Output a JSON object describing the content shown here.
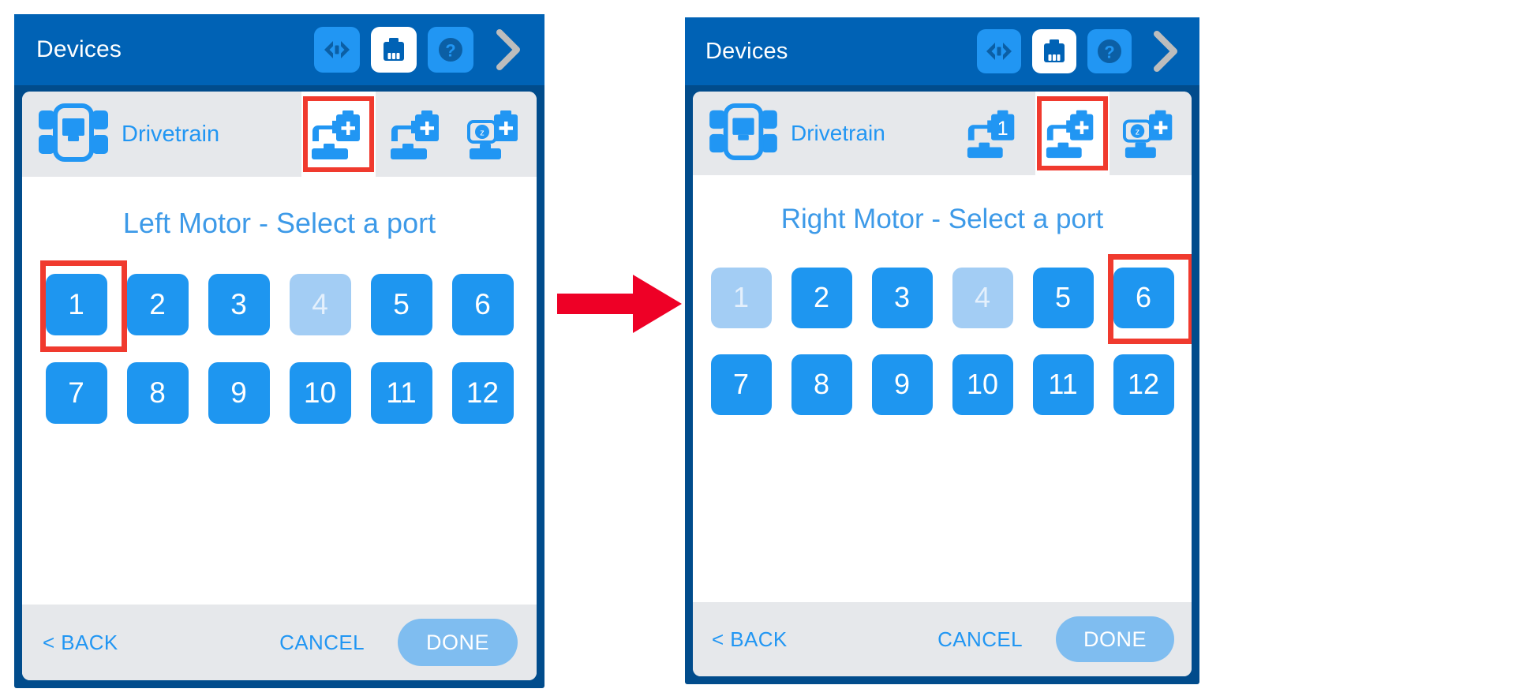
{
  "accent": {
    "header_blue": "#0062b5",
    "frame_blue": "#014c8c",
    "primary_blue": "#1e96f0",
    "light_blue": "#a3cdf4",
    "label_blue": "#2196f3",
    "row_grey": "#e6e8eb",
    "highlight_red": "#f03a2e",
    "arrow_red": "#ee0026",
    "done_blue": "#7fbdf0",
    "chevron_grey": "#bdbdbd"
  },
  "panels": [
    {
      "id": "left",
      "header": {
        "title": "Devices",
        "icons": [
          {
            "name": "code-icon",
            "style": "fill-light"
          },
          {
            "name": "brain-icon",
            "style": "fill-white"
          },
          {
            "name": "help-icon",
            "style": "fill-light"
          },
          {
            "name": "chevron-right-icon",
            "style": "plain"
          }
        ]
      },
      "device_row": {
        "icon": "drivetrain-icon",
        "label": "Drivetrain",
        "actions": [
          {
            "name": "add-left-motor-icon",
            "badge": "+",
            "highlighted": true
          },
          {
            "name": "add-right-motor-icon",
            "badge": "+",
            "highlighted": false
          },
          {
            "name": "add-gyro-icon",
            "badge": "+",
            "highlighted": false
          }
        ]
      },
      "prompt": "Left Motor - Select a port",
      "ports": [
        {
          "label": "1",
          "disabled": false,
          "highlighted": true
        },
        {
          "label": "2",
          "disabled": false,
          "highlighted": false
        },
        {
          "label": "3",
          "disabled": false,
          "highlighted": false
        },
        {
          "label": "4",
          "disabled": true,
          "highlighted": false
        },
        {
          "label": "5",
          "disabled": false,
          "highlighted": false
        },
        {
          "label": "6",
          "disabled": false,
          "highlighted": false
        },
        {
          "label": "7",
          "disabled": false,
          "highlighted": false
        },
        {
          "label": "8",
          "disabled": false,
          "highlighted": false
        },
        {
          "label": "9",
          "disabled": false,
          "highlighted": false
        },
        {
          "label": "10",
          "disabled": false,
          "highlighted": false
        },
        {
          "label": "11",
          "disabled": false,
          "highlighted": false
        },
        {
          "label": "12",
          "disabled": false,
          "highlighted": false
        }
      ],
      "footer": {
        "back": "< BACK",
        "cancel": "CANCEL",
        "done": "DONE"
      }
    },
    {
      "id": "right",
      "header": {
        "title": "Devices",
        "icons": [
          {
            "name": "code-icon",
            "style": "fill-light"
          },
          {
            "name": "brain-icon",
            "style": "fill-white"
          },
          {
            "name": "help-icon",
            "style": "fill-light"
          },
          {
            "name": "chevron-right-icon",
            "style": "plain"
          }
        ]
      },
      "device_row": {
        "icon": "drivetrain-icon",
        "label": "Drivetrain",
        "actions": [
          {
            "name": "left-motor-port-icon",
            "badge": "1",
            "highlighted": false
          },
          {
            "name": "add-right-motor-icon",
            "badge": "+",
            "highlighted": true
          },
          {
            "name": "add-gyro-icon",
            "badge": "+",
            "highlighted": false
          }
        ]
      },
      "prompt": "Right Motor - Select a port",
      "ports": [
        {
          "label": "1",
          "disabled": true,
          "highlighted": false
        },
        {
          "label": "2",
          "disabled": false,
          "highlighted": false
        },
        {
          "label": "3",
          "disabled": false,
          "highlighted": false
        },
        {
          "label": "4",
          "disabled": true,
          "highlighted": false
        },
        {
          "label": "5",
          "disabled": false,
          "highlighted": false
        },
        {
          "label": "6",
          "disabled": false,
          "highlighted": true
        },
        {
          "label": "7",
          "disabled": false,
          "highlighted": false
        },
        {
          "label": "8",
          "disabled": false,
          "highlighted": false
        },
        {
          "label": "9",
          "disabled": false,
          "highlighted": false
        },
        {
          "label": "10",
          "disabled": false,
          "highlighted": false
        },
        {
          "label": "11",
          "disabled": false,
          "highlighted": false
        },
        {
          "label": "12",
          "disabled": false,
          "highlighted": false
        }
      ],
      "footer": {
        "back": "< BACK",
        "cancel": "CANCEL",
        "done": "DONE"
      }
    }
  ],
  "transition": {
    "icon": "right-arrow-icon"
  }
}
